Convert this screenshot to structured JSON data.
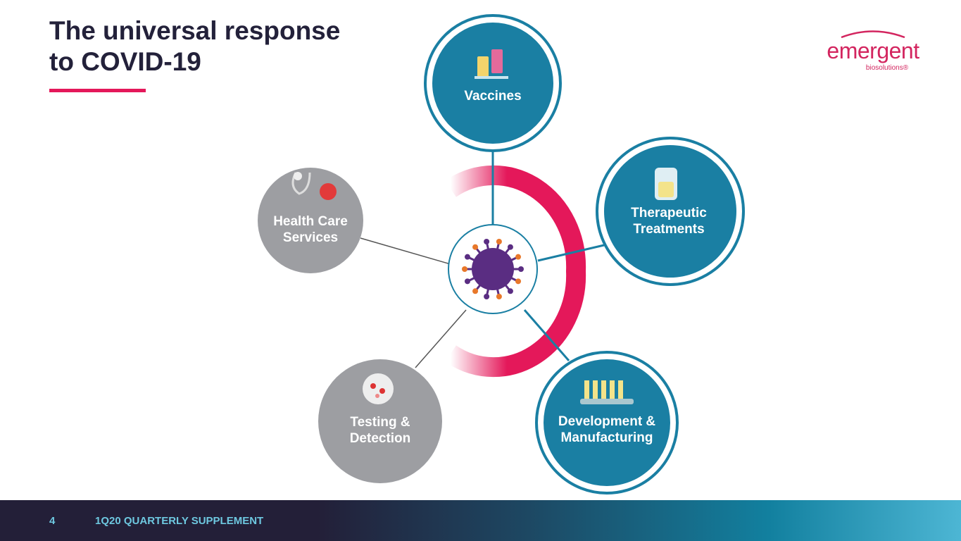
{
  "header": {
    "title_line1": "The universal response",
    "title_line2": "to COVID-19"
  },
  "logo": {
    "name": "emergent",
    "tagline": "biosolutions®"
  },
  "diagram": {
    "center": "virus-icon",
    "nodes": [
      {
        "label": "Vaccines",
        "icon": "vaccine-vials-icon",
        "color": "#1a7fa3"
      },
      {
        "label": "Therapeutic Treatments",
        "icon": "iv-bag-icon",
        "color": "#1a7fa3"
      },
      {
        "label": "Development & Manufacturing",
        "icon": "test-tubes-icon",
        "color": "#1a7fa3"
      },
      {
        "label": "Health Care Services",
        "icon": "stethoscope-icon",
        "color": "#9d9ea2"
      },
      {
        "label": "Testing & Detection",
        "icon": "petri-dish-icon",
        "color": "#9d9ea2"
      }
    ],
    "accent": "#e4185a"
  },
  "footer": {
    "page": "4",
    "text": "1Q20 QUARTERLY SUPPLEMENT"
  }
}
